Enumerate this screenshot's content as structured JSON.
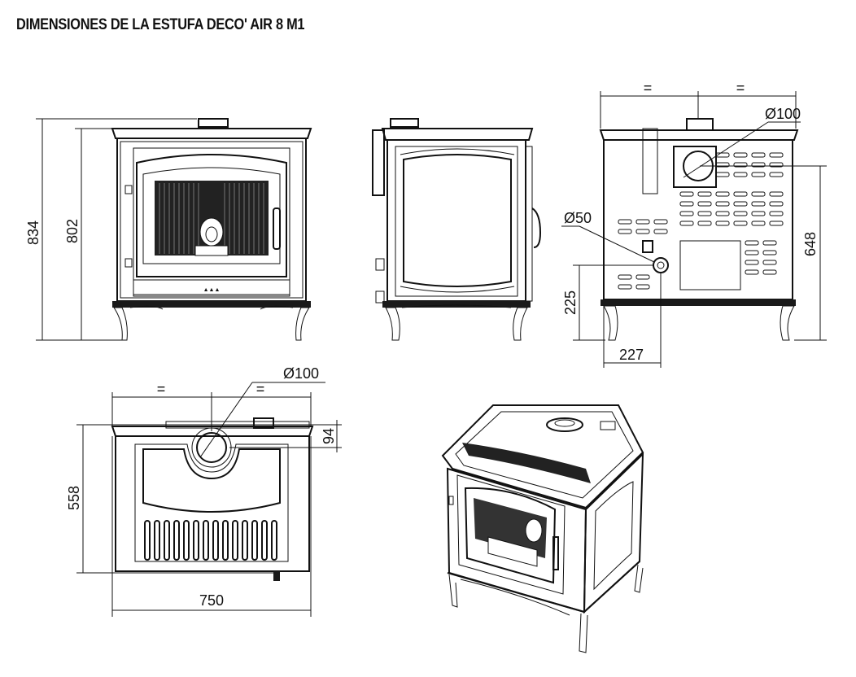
{
  "title": "DIMENSIONES DE LA ESTUFA DECO' AIR 8 M1",
  "dimensions": {
    "front_total_height": "834",
    "front_body_height": "802",
    "rear_equal_left": "=",
    "rear_equal_right": "=",
    "rear_flue_diameter": "Ø100",
    "rear_air_diameter": "Ø50",
    "rear_flue_height": "648",
    "rear_air_height": "225",
    "rear_air_offset": "227",
    "top_equal_left": "=",
    "top_equal_right": "=",
    "top_flue_diameter": "Ø100",
    "top_flue_offset": "94",
    "top_depth": "558",
    "top_width": "750"
  }
}
